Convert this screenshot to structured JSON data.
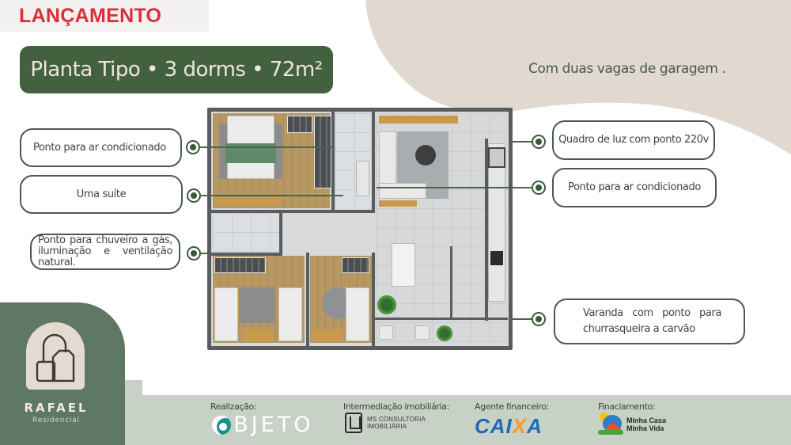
{
  "header": {
    "launch_label": "LANÇAMENTO",
    "plan_title": "Planta Tipo • 3 dorms • 72m²",
    "garage_note": "Com duas vagas de garagem ."
  },
  "callouts": {
    "left": [
      {
        "text": "Ponto para ar condicionado"
      },
      {
        "text": "Uma suíte"
      },
      {
        "text": "Ponto para chuveiro a gás, iluminação e ventilação natural."
      }
    ],
    "right": [
      {
        "text": "Quadro de luz com ponto 220v"
      },
      {
        "text": "Ponto para ar condicionado"
      },
      {
        "text": "Varanda com ponto para churrasqueira a carvão"
      }
    ]
  },
  "brand": {
    "name": "RAFAEL",
    "subtitle": "Residencial",
    "icon": "building-arch-logo-icon"
  },
  "footer": {
    "realizacao": {
      "label": "Realização:",
      "company": "OBJETO"
    },
    "intermediacao": {
      "label": "Intermediação imobiliária:",
      "company_line1": "MS CONSULTORIA",
      "company_line2": "IMOBILIÁRIA"
    },
    "agente": {
      "label": "Agente financeiro:",
      "company_a": "CAI",
      "company_x": "X",
      "company_b": "A"
    },
    "financiamento": {
      "label": "Finaciamento:",
      "program_line1": "Minha Casa",
      "program_line2": "Minha Vida"
    }
  },
  "colors": {
    "accent_red": "#d9303a",
    "brand_green": "#44613f",
    "sage": "#5f7864",
    "footer_bg": "#c7d1c6",
    "beige": "#e1d8cf"
  }
}
